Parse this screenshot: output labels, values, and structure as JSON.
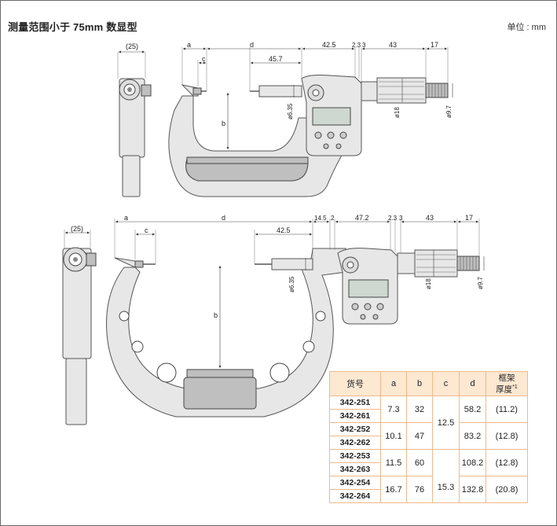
{
  "title": "测量范围小于 75mm 数显型",
  "unit": "单位 : mm",
  "top_view": {
    "side_width": "(25)",
    "dims": [
      "a",
      "c",
      "d",
      "45.7",
      "42.5",
      "2.3",
      "3",
      "43",
      "17",
      "b",
      "ø6.35",
      "ø18",
      "ø9.7"
    ]
  },
  "bottom_view": {
    "side_width": "(25)",
    "dims": [
      "a",
      "c",
      "d",
      "42.5",
      "14.5",
      "2",
      "47.2",
      "2.3",
      "3",
      "43",
      "17",
      "b",
      "ø6.35",
      "ø18",
      "ø9.7"
    ]
  },
  "table": {
    "headers": [
      "货号",
      "a",
      "b",
      "c",
      "d",
      "框架",
      "厚度",
      "*1"
    ],
    "groups": [
      {
        "models": [
          "342-251",
          "342-261"
        ],
        "a": "7.3",
        "b": "32",
        "d": "58.2",
        "thickness": "(11.2)"
      },
      {
        "models": [
          "342-252",
          "342-262"
        ],
        "a": "10.1",
        "b": "47",
        "d": "83.2",
        "thickness": "(12.8)"
      },
      {
        "models": [
          "342-253",
          "342-263"
        ],
        "a": "11.5",
        "b": "60",
        "d": "108.2",
        "thickness": "(12.8)"
      },
      {
        "models": [
          "342-254",
          "342-264"
        ],
        "a": "16.7",
        "b": "76",
        "d": "132.8",
        "thickness": "(20.8)"
      }
    ],
    "c_values": [
      "12.5",
      "15.3"
    ]
  }
}
